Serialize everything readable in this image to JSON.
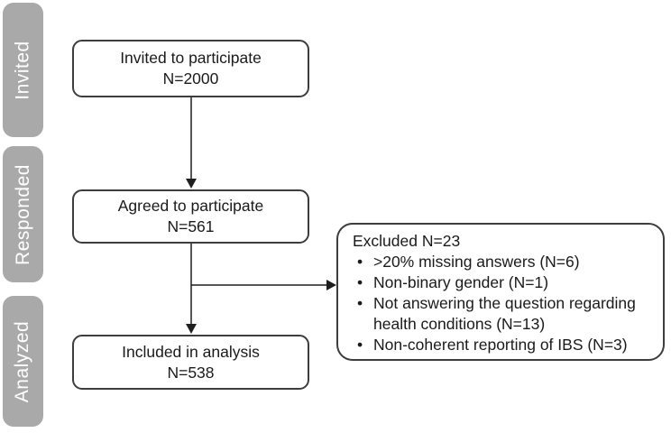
{
  "sidebar": {
    "stages": [
      {
        "label": "Invited"
      },
      {
        "label": "Responded"
      },
      {
        "label": "Analyzed"
      }
    ]
  },
  "flow": {
    "invited": {
      "label": "Invited to participate",
      "n": "N=2000"
    },
    "agreed": {
      "label": "Agreed to participate",
      "n": "N=561"
    },
    "included": {
      "label": "Included in analysis",
      "n": "N=538"
    },
    "excluded": {
      "title": "Excluded N=23",
      "reasons": [
        ">20% missing answers (N=6)",
        "Non-binary gender (N=1)",
        "Not answering the question regarding health conditions (N=13)",
        "Non-coherent reporting of IBS (N=3)"
      ]
    }
  },
  "colors": {
    "stage_fill": "#a9a9a9",
    "stage_text": "#ffffff",
    "box_border": "#3d3d3d",
    "line": "#1f1f1f",
    "text": "#1a1a1a",
    "background": "#ffffff"
  }
}
